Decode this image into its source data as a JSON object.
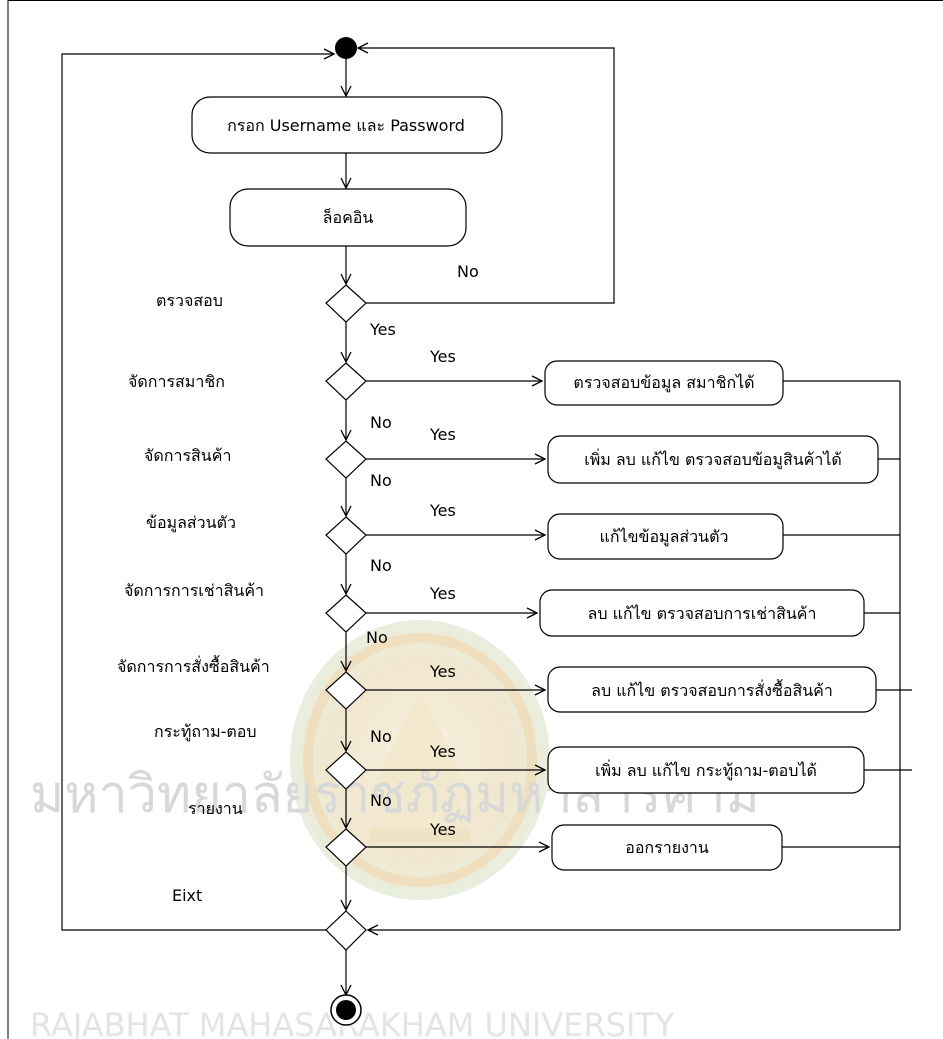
{
  "diagram": {
    "actions": {
      "enter_credentials": "กรอก Username และ Password",
      "login": "ล็อคอิน",
      "member_action": "ตรวจสอบข้อมูล สมาชิกได้",
      "product_action": "เพิ่ม ลบ แก้ไข ตรวจสอบข้อมูสินค้าได้",
      "profile_action": "แก้ไขข้อมูลส่วนตัว",
      "rental_action": "ลบ แก้ไข ตรวจสอบการเช่าสินค้า",
      "purchase_action": "ลบ แก้ไข ตรวจสอบการสั่งซื้อสินค้า",
      "forum_action": "เพิ่ม ลบ แก้ไข กระทู้ถาม-ตอบได้",
      "report_action": "ออกรายงาน"
    },
    "decisions": {
      "check": "ตรวจสอบ",
      "manage_members": "จัดการสมาชิก",
      "manage_products": "จัดการสินค้า",
      "profile": "ข้อมูลส่วนตัว",
      "manage_rentals": "จัดการการเช่าสินค้า",
      "manage_purchases": "จัดการการสั่งซื้อสินค้า",
      "forum": "กระทู้ถาม-ตอบ",
      "report": "รายงาน",
      "exit": "Eixt"
    },
    "guards": {
      "yes": "Yes",
      "no": "No"
    }
  },
  "watermark": {
    "text_thai": "มหาวิทยาลัยราชภัฏมหาสารคาม",
    "text_en": "RAJABHAT MAHASARAKHAM UNIVERSITY"
  },
  "colors": {
    "line": "#000000",
    "watermark_seal": "#c9a86a"
  }
}
